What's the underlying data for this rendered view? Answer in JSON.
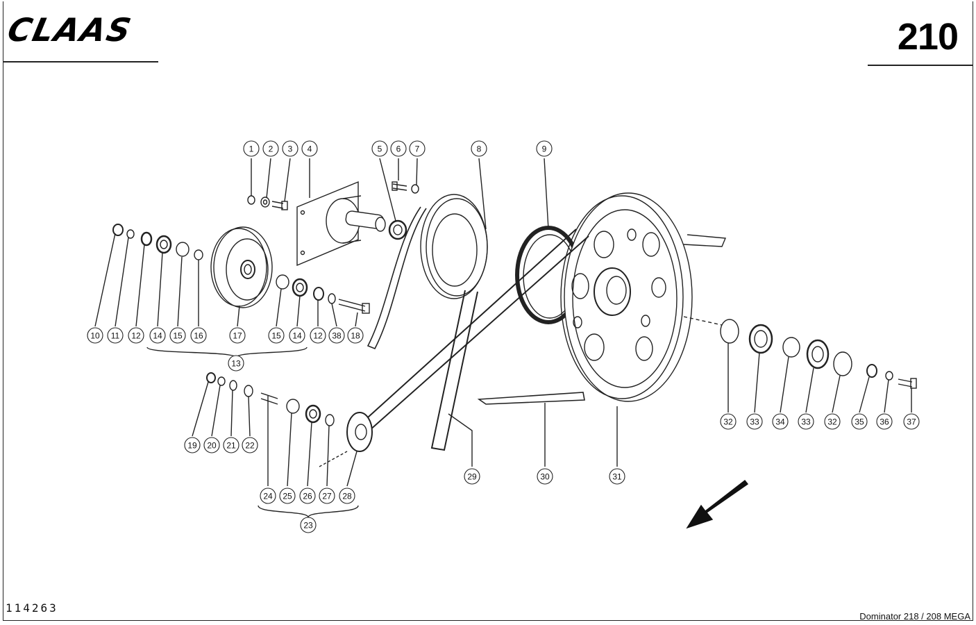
{
  "header": {
    "brand": "CLAAS",
    "page_number": "210"
  },
  "footer": {
    "drawing_number": "114263",
    "model": "Dominator 218 / 208 MEGA"
  },
  "callouts": [
    {
      "label": "1"
    },
    {
      "label": "2"
    },
    {
      "label": "3"
    },
    {
      "label": "4"
    },
    {
      "label": "5"
    },
    {
      "label": "6"
    },
    {
      "label": "7"
    },
    {
      "label": "8"
    },
    {
      "label": "9"
    },
    {
      "label": "10"
    },
    {
      "label": "11"
    },
    {
      "label": "12"
    },
    {
      "label": "14"
    },
    {
      "label": "15"
    },
    {
      "label": "16"
    },
    {
      "label": "17"
    },
    {
      "label": "15"
    },
    {
      "label": "14"
    },
    {
      "label": "12"
    },
    {
      "label": "38"
    },
    {
      "label": "18"
    },
    {
      "label": "13"
    },
    {
      "label": "19"
    },
    {
      "label": "20"
    },
    {
      "label": "21"
    },
    {
      "label": "22"
    },
    {
      "label": "24"
    },
    {
      "label": "25"
    },
    {
      "label": "26"
    },
    {
      "label": "27"
    },
    {
      "label": "28"
    },
    {
      "label": "23"
    },
    {
      "label": "29"
    },
    {
      "label": "30"
    },
    {
      "label": "31"
    },
    {
      "label": "32"
    },
    {
      "label": "33"
    },
    {
      "label": "34"
    },
    {
      "label": "33"
    },
    {
      "label": "32"
    },
    {
      "label": "35"
    },
    {
      "label": "36"
    },
    {
      "label": "37"
    }
  ]
}
